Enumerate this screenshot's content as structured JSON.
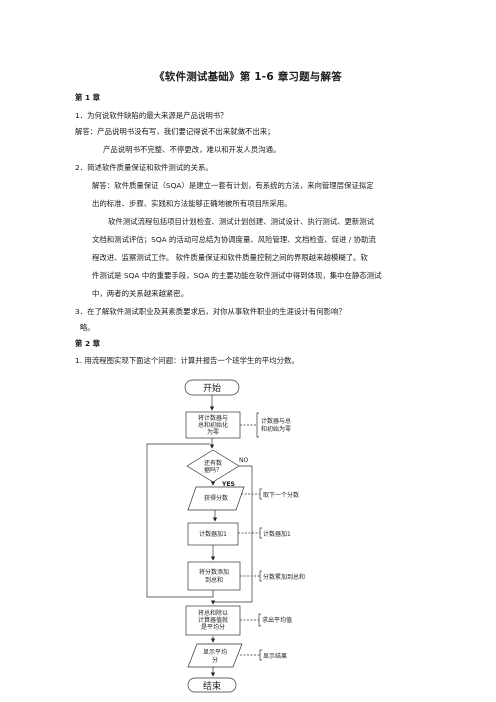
{
  "doc": {
    "title": "《软件测试基础》第 1-6 章习题与解答",
    "ch1_heading": "第 1 章",
    "q1": "1．为何说软件缺陷的最大来源是产品说明书？",
    "a1_l1": "解答：产品说明书没有写，我们要记得说不出来就做不出来；",
    "a1_l2": "产品说明书不完整、不停更改，难以和开发人员沟通。",
    "q2": "2．简述软件质量保证和软件测试的关系。",
    "a2_p1_l1": "解答：软件质量保证（SQA）是建立一套有计划，有系统的方法，来向管理层保证拟定",
    "a2_p1_l2": "出的标准、步骤、实践和方法能够正确地被所有项目所采用。",
    "a2_p2_l1": "软件测试流程包括项目计划检查、测试计划创建、测试设计、执行测试、更新测试",
    "a2_p2_l2": "文档和测试评估；SQA 的活动可总结为协调度量、风险管理、文档检查、促进 / 协助流",
    "a2_p2_l3": "程改进、监察测试工作。    软件质量保证和软件质量控制之间的界限越来越模糊了。软",
    "a2_p2_l4": "件测试是 SQA 中的重要手段，SQA 的主要功能在软件测试中得到体现，集中在静态测试",
    "a2_p2_l5": "中，两者的关系越来越紧密。",
    "q3": "3．在了解软件测试职业及其素质要求后，对你从事软件职业的生涯设计有何影响？",
    "a3": "略。",
    "ch2_heading": "第 2 章",
    "c2q1": "1.    用流程图实现下面这个问题：计算并报告一个班学生的平均分数。"
  },
  "flowchart": {
    "start": "开始",
    "init_l1": "将计数器与",
    "init_l2": "总和初始化",
    "init_l3": "为零",
    "note_init_l1": "计数器与总",
    "note_init_l2": "和初始为零",
    "decision_l1": "还有数",
    "decision_l2": "据吗？",
    "no_label": "NO",
    "yes_label": "YES",
    "get_score": "获得分数",
    "note_get": "取下一个分数",
    "count_inc": "计数器加1",
    "note_count": "计数器加1",
    "add_l1": "将分数添加",
    "add_l2": "到总和",
    "note_add": "分数累加到总和",
    "avg_l1": "将总和除以",
    "avg_l2": "计算器值就",
    "avg_l3": "是平均分",
    "note_avg": "求出平均值",
    "show_l1": "显示平均",
    "show_l2": "分",
    "note_show": "显示结果",
    "end": "结束"
  }
}
